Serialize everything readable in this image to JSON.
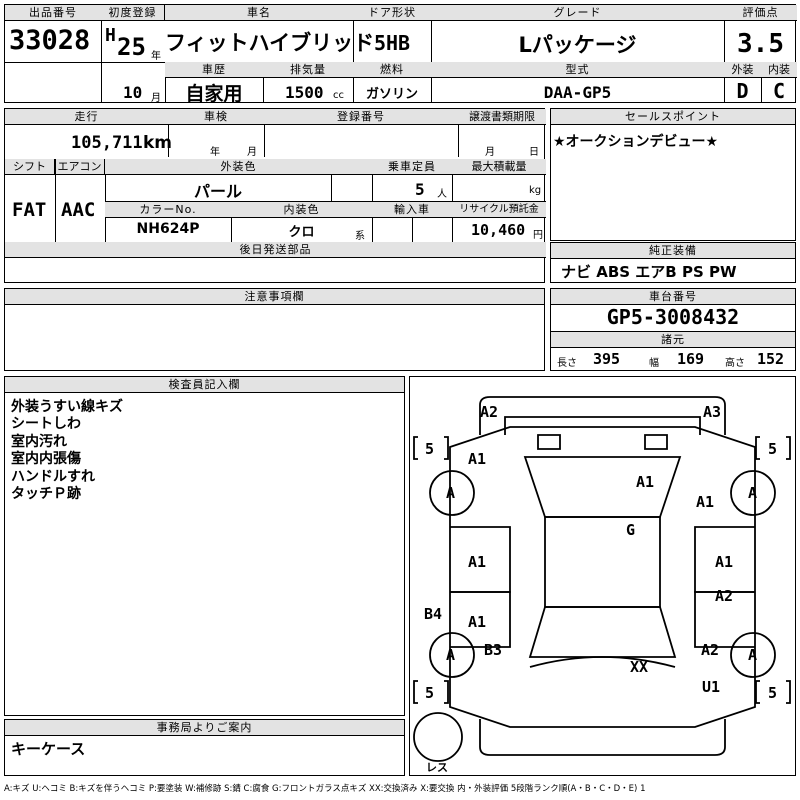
{
  "header": {
    "lot_label": "出品番号",
    "lot_no": "33028",
    "first_reg_label": "初度登録",
    "era": "H",
    "year": "25",
    "year_unit": "年",
    "month": "10",
    "month_unit": "月",
    "name_label": "車名",
    "car_name": "フィットハイブリッド",
    "history_label": "車歴",
    "history": "自家用",
    "disp_label": "排気量",
    "displacement": "1500",
    "disp_unit": "cc",
    "door_label": "ドア形状",
    "door": "5HB",
    "fuel_label": "燃料",
    "fuel": "ガソリン",
    "grade_label": "グレード",
    "grade": "Lパッケージ",
    "model_label": "型式",
    "model": "DAA-GP5",
    "score_label": "評価点",
    "score": "3.5",
    "ext_label": "外装",
    "ext": "D",
    "int_label": "内装",
    "int": "C"
  },
  "row2": {
    "mileage_label": "走行",
    "mileage": "105,711",
    "km": "km",
    "inspect_label": "車検",
    "year_unit": "年",
    "month_unit": "月",
    "regno_label": "登録番号",
    "transfer_label": "譲渡書類期限",
    "t_month": "月",
    "t_day": "日",
    "shift_label": "シフト",
    "shift": "FAT",
    "ac_label": "エアコン",
    "ac": "AAC",
    "color_label": "外装色",
    "color": "パール",
    "cap_label": "乗車定員",
    "capacity": "5",
    "cap_unit": "人",
    "load_label": "最大積載量",
    "load_unit": "kg",
    "colorno_label": "カラーNo.",
    "color_no": "NH624P",
    "intcolor_label": "内装色",
    "int_color": "クロ",
    "int_suffix": "系",
    "import_label": "輸入車",
    "recycle_label": "リサイクル預託金",
    "recycle": "10,460",
    "yen": "円",
    "later_label": "後日発送部品"
  },
  "sales": {
    "label": "セールスポイント",
    "text": "★オークションデビュー★"
  },
  "equip": {
    "label": "純正装備",
    "items": "ナビ ABS エアB PS PW"
  },
  "notes": {
    "label": "注意事項欄"
  },
  "chassis": {
    "label": "車台番号",
    "number": "GP5-3008432",
    "dim_label": "諸元",
    "len_label": "長さ",
    "length": "395",
    "wid_label": "幅",
    "width": "169",
    "hei_label": "高さ",
    "height": "152"
  },
  "inspector": {
    "label": "検査員記入欄",
    "lines": [
      "外装うすい線キズ",
      "シートしわ",
      "室内汚れ",
      "室内内張傷",
      "ハンドルすれ",
      "タッチＰ跡"
    ]
  },
  "office": {
    "label": "事務局よりご案内",
    "text": "キーケース"
  },
  "diagram": {
    "marks": {
      "a2_top": "A2",
      "a3_top": "A3",
      "a1_lfront": "A1",
      "a1_roof": "A1",
      "a1_rfront": "A1",
      "g_glass": "G",
      "a1_ldoor1": "A1",
      "a1_rdoor1": "A1",
      "a2_rdoor2": "A2",
      "b4_left": "B4",
      "a1_ldoor2": "A1",
      "b3_left": "B3",
      "a2_rrear": "A2",
      "xx_center": "XX",
      "u1_rrear": "U1"
    },
    "wheels": {
      "fl": "A",
      "fr": "A",
      "rl": "A",
      "rr": "A"
    },
    "tires": {
      "fl": "5",
      "fr": "5",
      "rl": "5",
      "rr": "5"
    },
    "spare": "レス"
  },
  "legend": "A:キズ U:ヘコミ B:キズを伴うヘコミ P:要塗装 W:補修跡 S:錆 C:腐食 G:フロントガラス点キズ XX:交換済み X:要交換 内・外装評価 5段階ランク順(A・B・C・D・E) 1"
}
